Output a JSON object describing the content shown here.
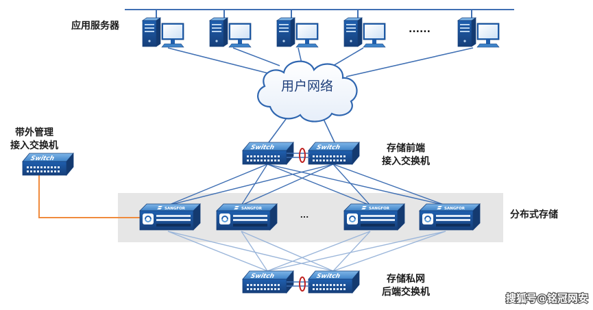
{
  "labels": {
    "app_servers": "应用服务器",
    "ellipsis_servers": "......",
    "user_network": "用户网络",
    "oob_switch_line1": "带外管理",
    "oob_switch_line2": "接入交换机",
    "front_switch_line1": "存储前端",
    "front_switch_line2": "接入交换机",
    "distributed_storage": "分布式存储",
    "ellipsis_storage": "...",
    "back_switch_line1": "存储私网",
    "back_switch_line2": "后端交换机",
    "watermark": "搜狐号@铭冠网安"
  },
  "switch_word": "Switch",
  "storage_brand": "SANGFOR",
  "colors": {
    "device_blue": "#1f5fae",
    "device_dark": "#163f7a",
    "device_light": "#5ea0dc",
    "line_blue": "#3f6fb3",
    "line_light": "#9bb6da",
    "mgmt_orange": "#f08a3c",
    "ring_red": "#c0201e",
    "storage_band": "#e6e6e6"
  },
  "icons": {
    "server": "server-tower-monitor-icon",
    "cloud": "cloud-icon",
    "switch": "network-switch-icon",
    "storage": "storage-node-icon",
    "stack_link": "stacking-ring-icon"
  }
}
